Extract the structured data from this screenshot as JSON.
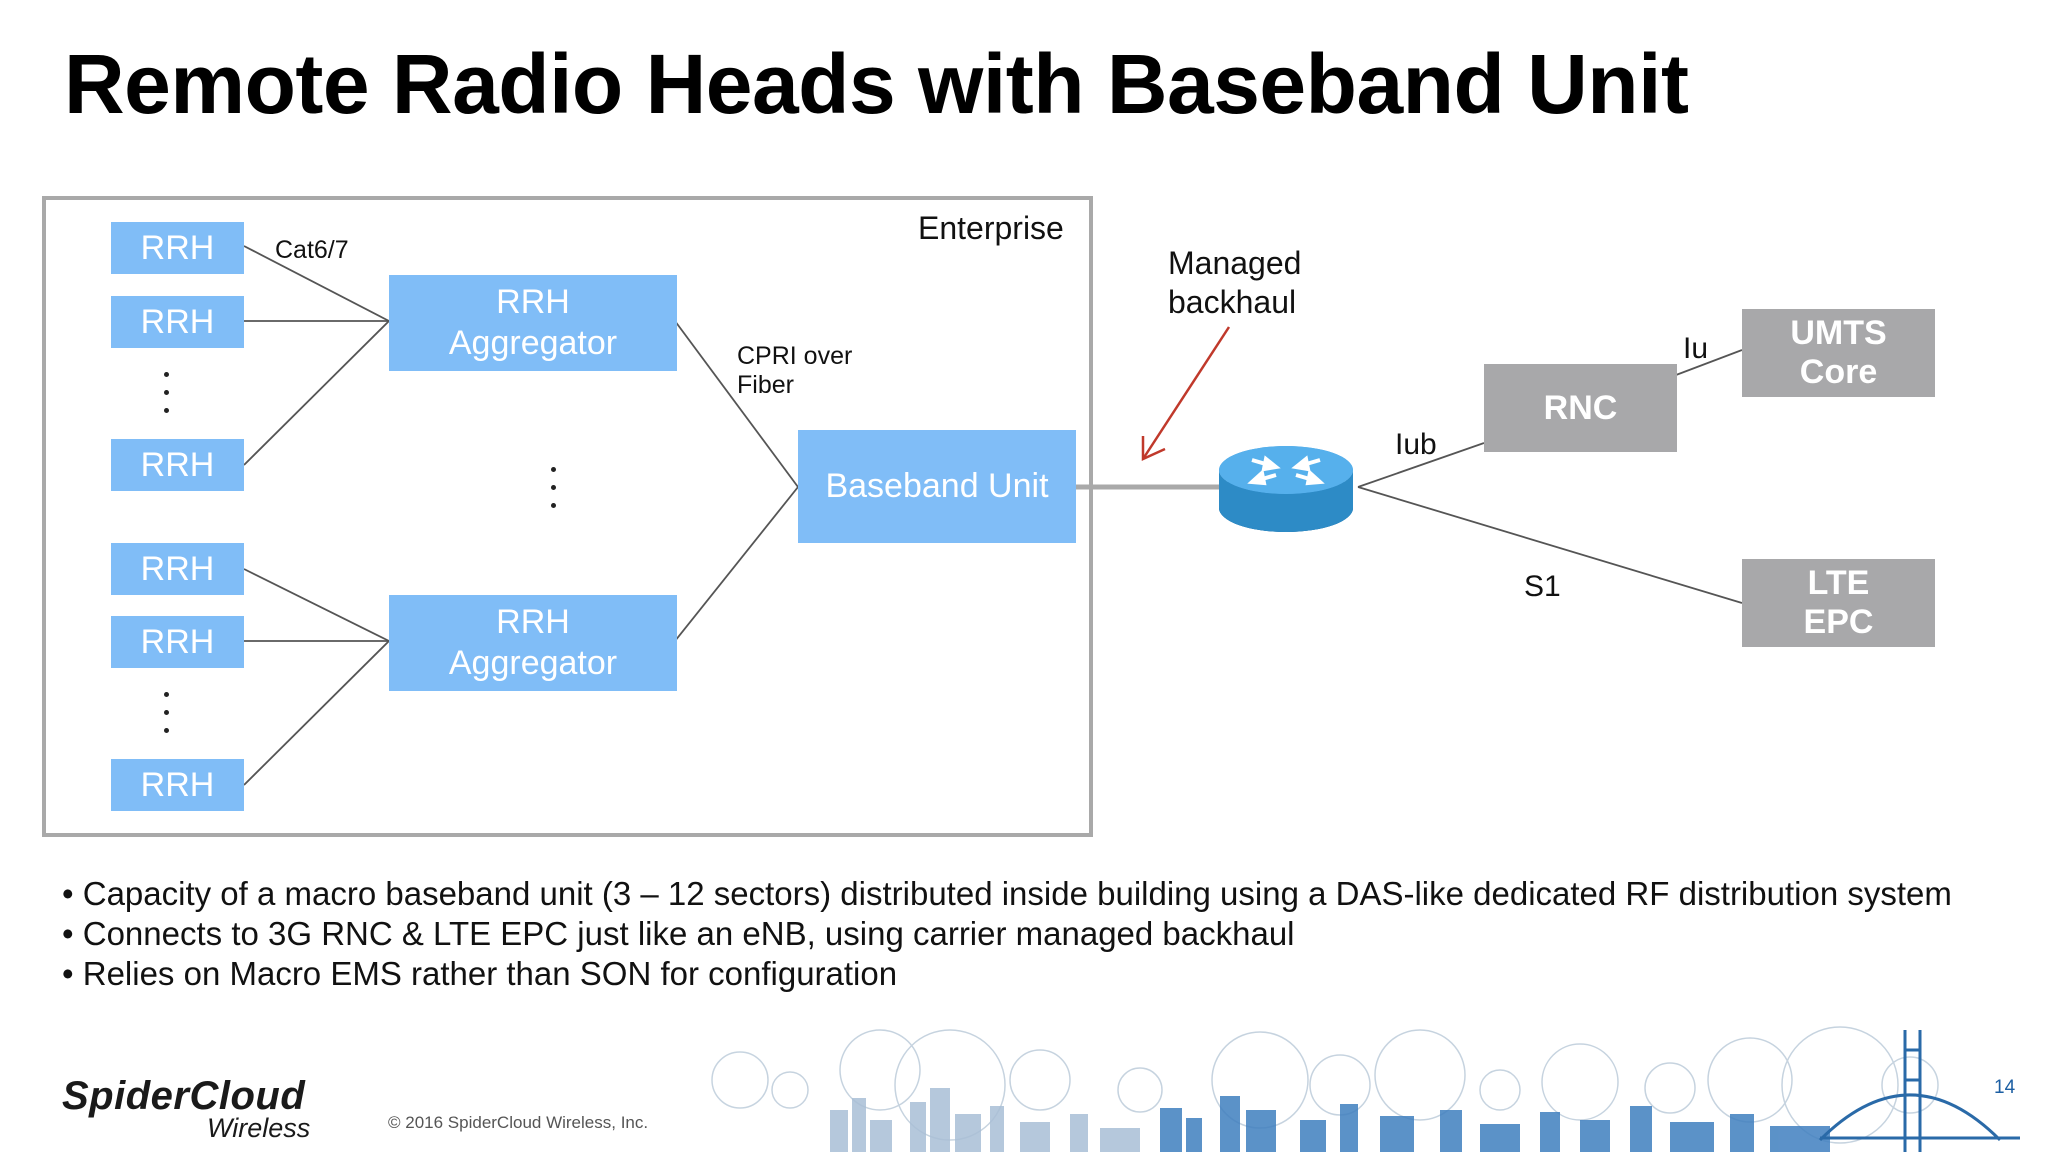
{
  "title": "Remote Radio Heads with Baseband Unit",
  "diagram": {
    "enterprise_label": "Enterprise",
    "link_cat": "Cat6/7",
    "rrh_label": "RRH",
    "aggregator": {
      "line1": "RRH",
      "line2": "Aggregator"
    },
    "cpri": {
      "line1": "CPRI over",
      "line2": "Fiber"
    },
    "baseband_unit": "Baseband Unit",
    "managed_backhaul": {
      "line1": "Managed",
      "line2": "backhaul"
    },
    "iub": "Iub",
    "iu": "Iu",
    "s1": "S1",
    "rnc": "RNC",
    "umts_core": {
      "line1": "UMTS",
      "line2": "Core"
    },
    "lte_epc": {
      "line1": "LTE",
      "line2": "EPC"
    }
  },
  "bullets": [
    "Capacity of a macro baseband unit (3 – 12 sectors) distributed inside building using a DAS-like dedicated RF distribution system",
    "Connects to 3G RNC & LTE EPC just like an eNB, using carrier managed backhaul",
    "Relies on Macro EMS rather than SON for configuration"
  ],
  "footer": {
    "logo_main": "SpiderCloud",
    "logo_sub": "Wireless",
    "copyright": "© 2016 SpiderCloud Wireless, Inc.",
    "page_number": "14"
  },
  "colors": {
    "node_blue": "#80bdf7",
    "node_gray": "#a8a8aa",
    "arrow_red": "#c0392b",
    "router_blue": "#2d8bc6"
  }
}
